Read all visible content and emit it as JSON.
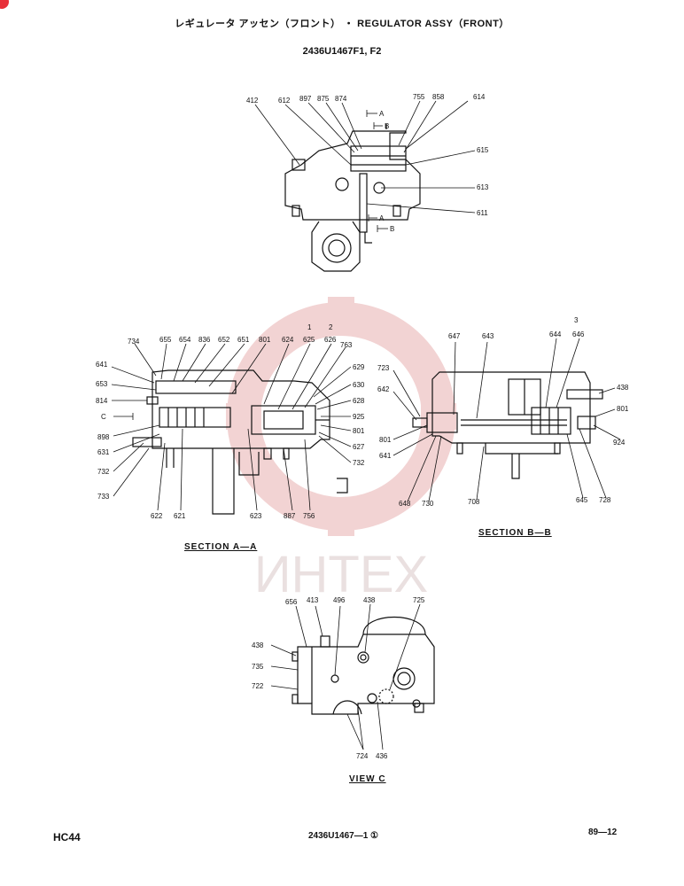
{
  "title": "レギュレータ アッセン（フロント） ・ REGULATOR ASSY（FRONT）",
  "subtitle": "2436U1467F1, F2",
  "watermark": {
    "text": "ИНТЕХ",
    "color": "#e8b0b0"
  },
  "views": {
    "top": {
      "labels": [
        "412",
        "612",
        "897",
        "875",
        "874",
        "755",
        "858",
        "614",
        "615",
        "613",
        "611"
      ],
      "section_marks": [
        "A",
        "B",
        "A",
        "B"
      ]
    },
    "section_a": {
      "caption": "SECTION A—A",
      "labels": [
        "734",
        "655",
        "654",
        "836",
        "652",
        "651",
        "801",
        "624",
        "625",
        "626",
        "763",
        "641",
        "653",
        "814",
        "C",
        "898",
        "631",
        "732",
        "733",
        "622",
        "621",
        "623",
        "887",
        "756",
        "629",
        "630",
        "628",
        "925",
        "801",
        "627",
        "732"
      ],
      "callouts": [
        "1",
        "2"
      ]
    },
    "section_b": {
      "caption": "SECTION B—B",
      "labels": [
        "647",
        "643",
        "644",
        "646",
        "723",
        "642",
        "801",
        "641",
        "648",
        "730",
        "708",
        "645",
        "728",
        "924",
        "801",
        "438"
      ],
      "callouts": [
        "3"
      ]
    },
    "view_c": {
      "caption": "VIEW C",
      "labels": [
        "656",
        "413",
        "496",
        "438",
        "725",
        "438",
        "735",
        "722",
        "724",
        "436"
      ]
    }
  },
  "footer": {
    "left": "HC44",
    "center": "2436U1467—1 ①",
    "right": "89—12"
  }
}
